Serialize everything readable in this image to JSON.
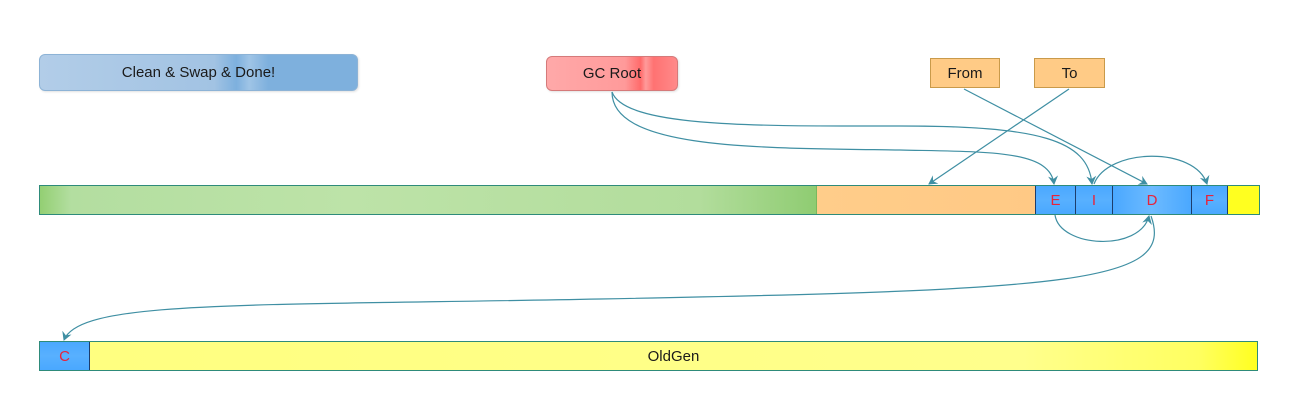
{
  "status_label": "Clean & Swap & Done!",
  "gc_root_label": "GC Root",
  "from_label": "From",
  "to_label": "To",
  "young_cells": [
    "E",
    "I",
    "D",
    "F"
  ],
  "old_cell": "C",
  "oldgen_label": "OldGen",
  "colors": {
    "arrow": "#3f8fa3",
    "object_text": "#e8233a",
    "object_fill": "#4aa8ff",
    "eden": "#b3dea0",
    "survivor": "#ffcb86",
    "oldgen": "#ffff80"
  }
}
